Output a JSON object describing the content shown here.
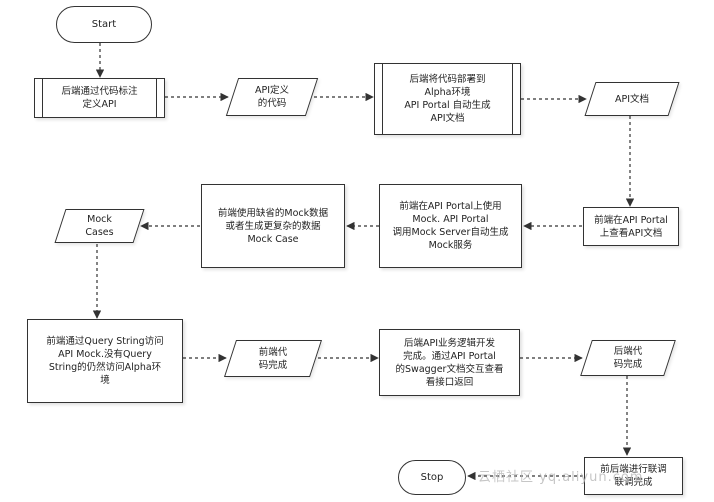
{
  "nodes": {
    "start": "Start",
    "n1": "后端通过代码标注\n定义API",
    "n2": "API定义\n的代码",
    "n3": "后端将代码部署到\nAlpha环境\nAPI Portal 自动生成\nAPI文档",
    "n4": "API文档",
    "n5": "前端在API Portal\n上查看API文档",
    "n6": "前端在API Portal上使用\nMock. API Portal\n调用Mock Server自动生成\nMock服务",
    "n7": "前端使用缺省的Mock数据\n或者生成更复杂的数据\nMock Case",
    "n8": "Mock\nCases",
    "n9": "前端通过Query String访问\nAPI Mock.没有Query\nString的仍然访问Alpha环\n境",
    "n10": "前端代\n码完成",
    "n11": "后端API业务逻辑开发\n完成。通过API Portal\n的Swagger文档交互查看\n看接口返回",
    "n12": "后端代\n码完成",
    "n13": "前后端进行联调\n联调完成",
    "stop": "Stop"
  },
  "watermark": "云栖社区 yq.aliyun.com"
}
